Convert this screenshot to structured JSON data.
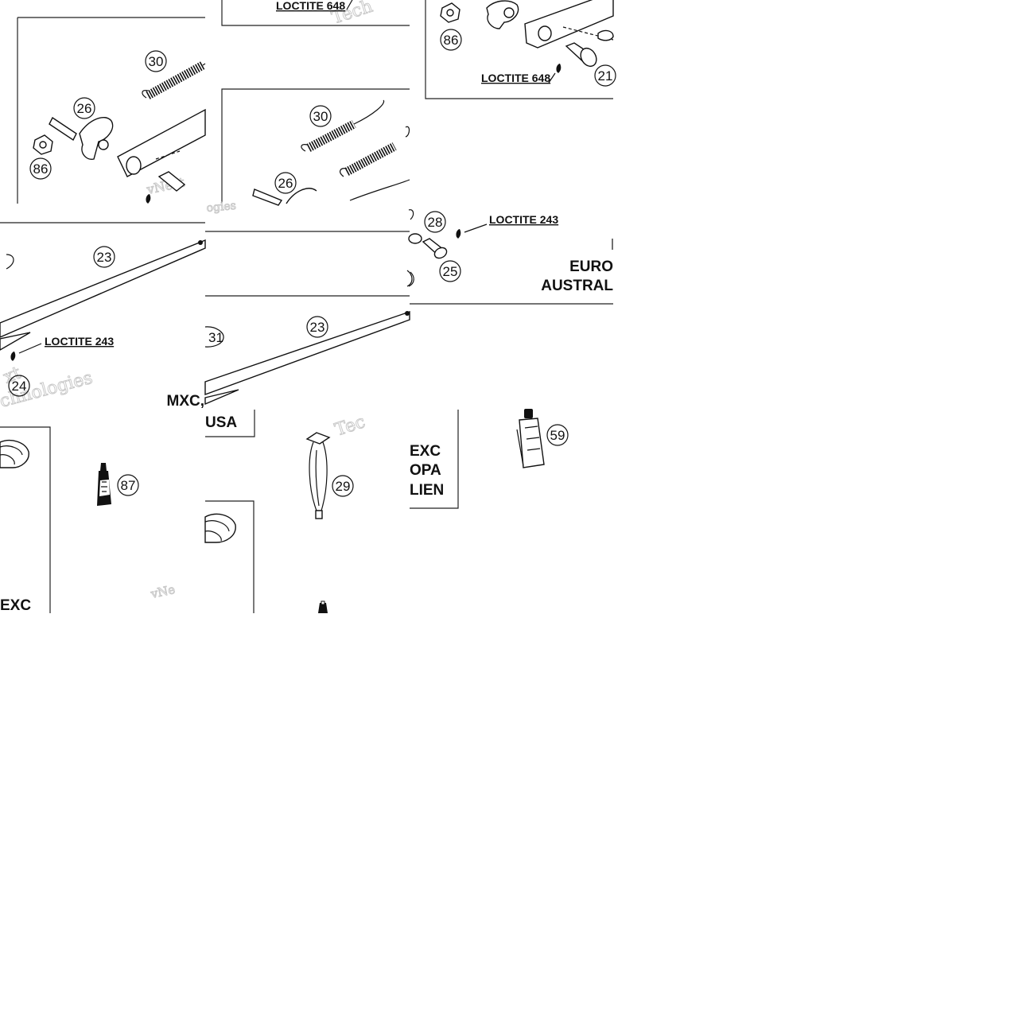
{
  "callouts": {
    "c30a": "30",
    "c26a": "26",
    "c86a": "86",
    "c30b": "30",
    "c26b": "26",
    "c86b": "86",
    "c21": "21",
    "c28": "28",
    "c25": "25",
    "c23a": "23",
    "c24": "24",
    "c31": "31",
    "c23b": "23",
    "c87": "87",
    "c29": "29",
    "c59": "59"
  },
  "labels": {
    "loctite_648_top": "LOCTITE 648",
    "loctite_648_right": "LOCTITE 648",
    "loctite_243_right": "LOCTITE 243",
    "loctite_243_left": "LOCTITE 243",
    "mxc": "MXC,",
    "usa": "USA",
    "euro": "EURO",
    "austral": "AUSTRAL",
    "exc_mid_1": "EXC",
    "exc_mid_2": "OPA",
    "exc_mid_3": "LIEN",
    "exc_bottom": "EXC"
  },
  "watermarks": {
    "w1": "Tech",
    "w2": "vNext",
    "w3": "ogies",
    "w4": "xt",
    "w5": "chnologies",
    "w6": "Tec",
    "w7": "vNe"
  }
}
